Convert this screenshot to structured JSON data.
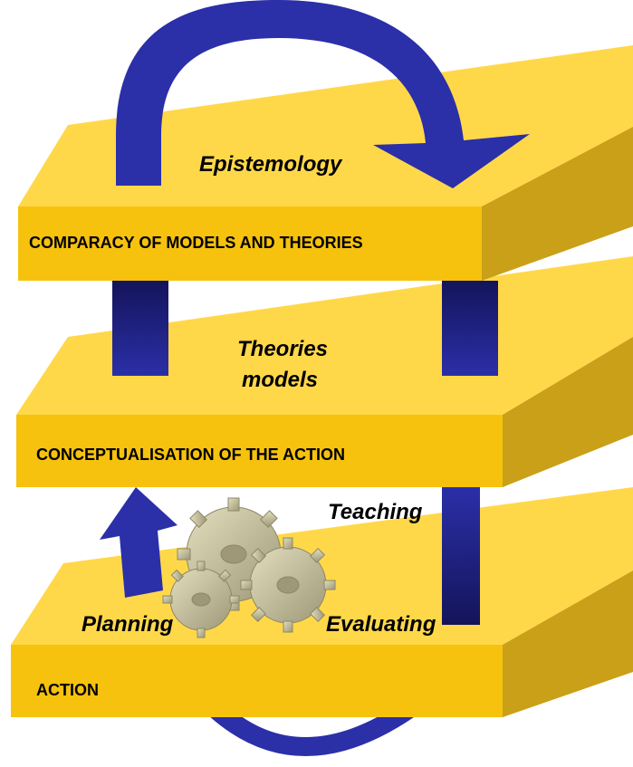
{
  "colors": {
    "slab_top": "#FFD84A",
    "slab_front": "#F6C20E",
    "slab_side": "#C9A018",
    "arrow_blue": "#2B2FA8",
    "arrow_dark": "#14145A",
    "gear": "#C9C4A0"
  },
  "levels": {
    "top": {
      "title": "COMPARACY OF MODELS AND THEORIES"
    },
    "middle": {
      "title": "CONCEPTUALISATION OF THE ACTION"
    },
    "bottom": {
      "title": "ACTION"
    }
  },
  "labels": {
    "epistemology": "Epistemology",
    "theories_line1": "Theories",
    "theories_line2": "models",
    "teaching": "Teaching",
    "planning": "Planning",
    "evaluating": "Evaluating"
  },
  "icons": [
    "gears-icon",
    "curved-arrow-icon",
    "up-arrow-icon",
    "connector-bar-icon"
  ]
}
